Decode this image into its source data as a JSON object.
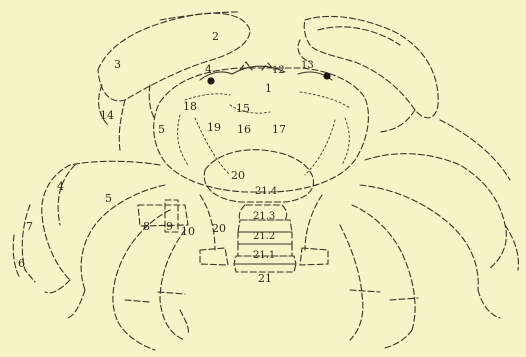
{
  "figure": {
    "background": "#f6f3c8",
    "ink": "#3a3326",
    "labels": [
      {
        "id": "l1",
        "text": "1"
      },
      {
        "id": "l2",
        "text": "2"
      },
      {
        "id": "l3",
        "text": "3"
      },
      {
        "id": "l4a",
        "text": "4"
      },
      {
        "id": "l4b",
        "text": "4"
      },
      {
        "id": "l5a",
        "text": "5"
      },
      {
        "id": "l5b",
        "text": "5"
      },
      {
        "id": "l6",
        "text": "6"
      },
      {
        "id": "l7",
        "text": "7"
      },
      {
        "id": "l8",
        "text": "8"
      },
      {
        "id": "l9",
        "text": "9"
      },
      {
        "id": "l10",
        "text": "10"
      },
      {
        "id": "l12",
        "text": "12"
      },
      {
        "id": "l13",
        "text": "13"
      },
      {
        "id": "l14",
        "text": "14"
      },
      {
        "id": "l15",
        "text": "15"
      },
      {
        "id": "l16",
        "text": "16"
      },
      {
        "id": "l17",
        "text": "17"
      },
      {
        "id": "l18",
        "text": "18"
      },
      {
        "id": "l19",
        "text": "19"
      },
      {
        "id": "l20a",
        "text": "20"
      },
      {
        "id": "l20b",
        "text": "20"
      },
      {
        "id": "l21",
        "text": "21"
      },
      {
        "id": "l214",
        "text": "21.4"
      },
      {
        "id": "l213",
        "text": "21.3"
      },
      {
        "id": "l212",
        "text": "21.2"
      },
      {
        "id": "l211",
        "text": "21.1"
      }
    ]
  }
}
